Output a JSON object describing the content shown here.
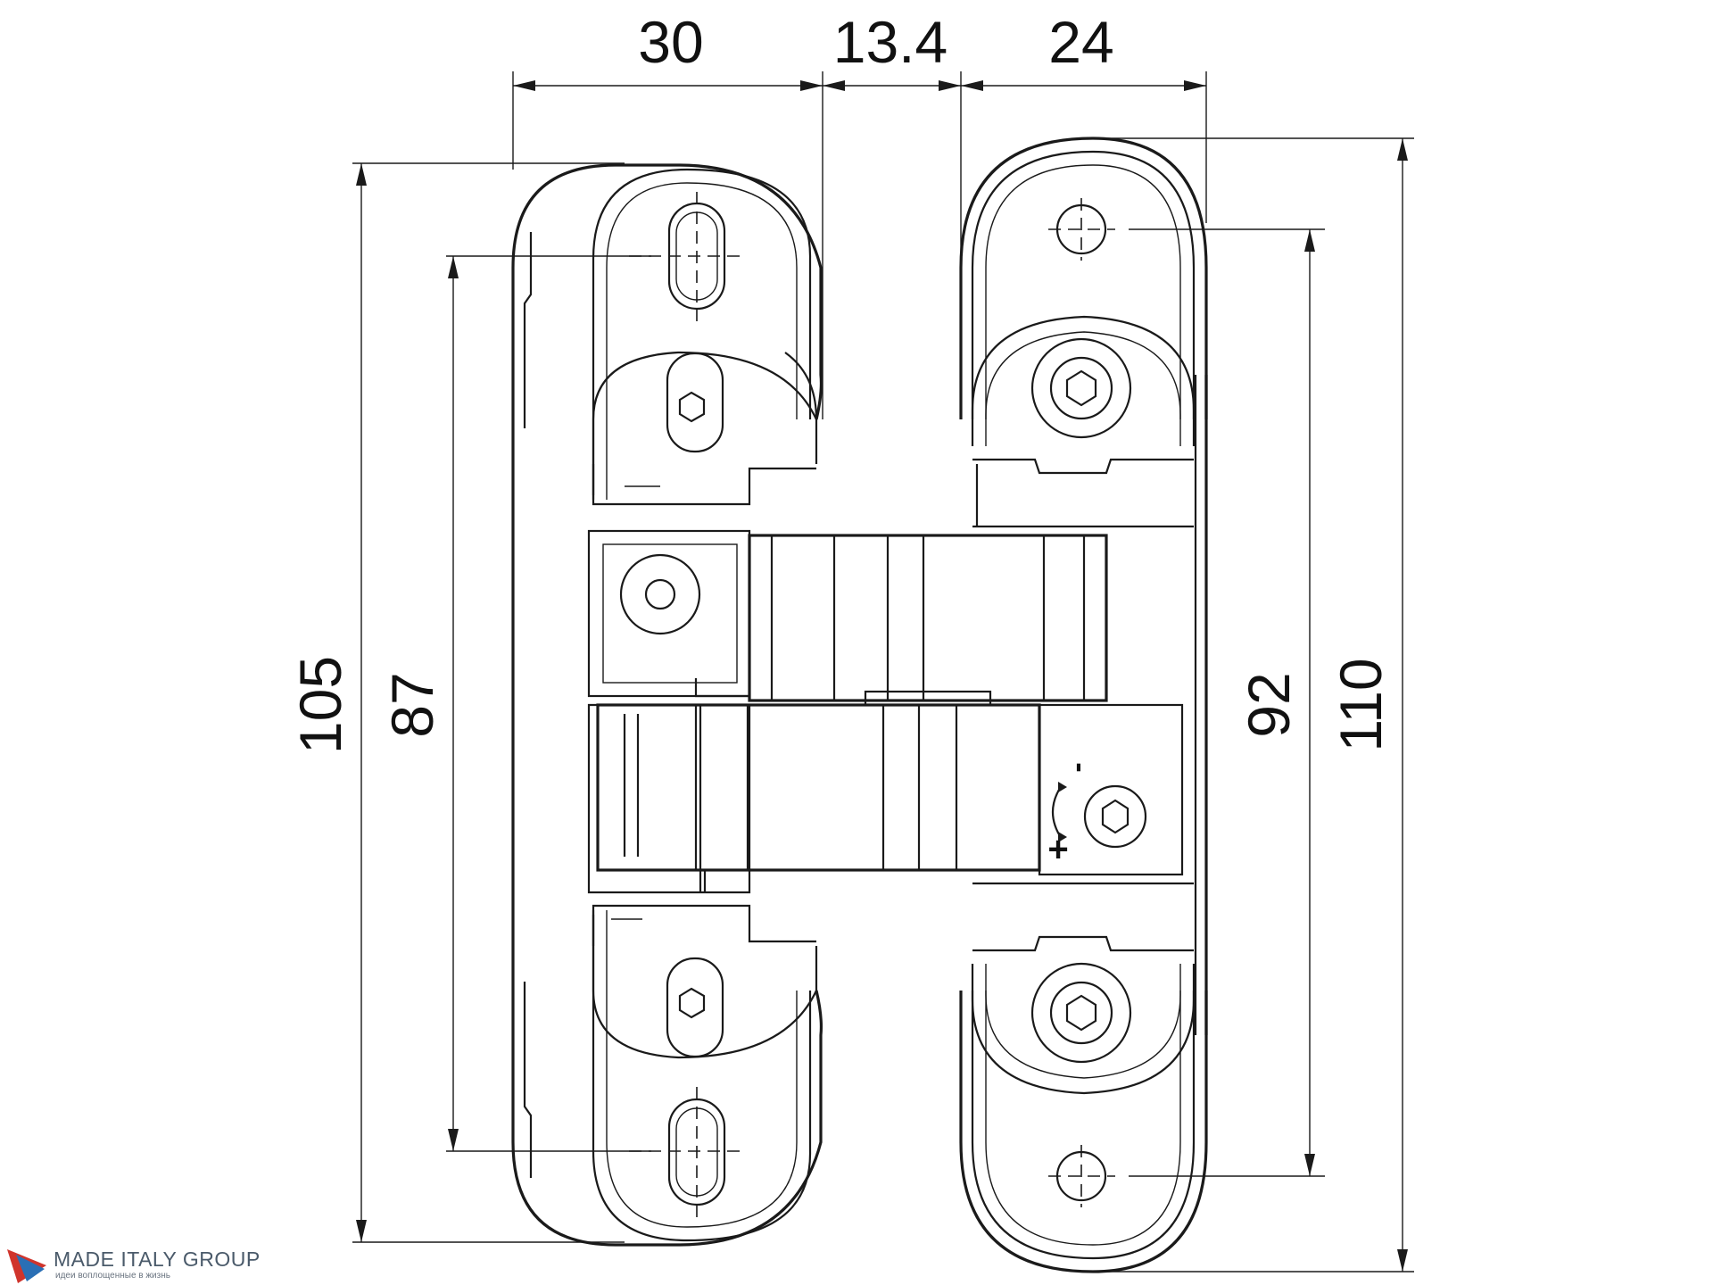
{
  "dimensions": {
    "top": {
      "left_width": "30",
      "gap": "13.4",
      "right_width": "24"
    },
    "left": {
      "outer": "105",
      "inner": "87"
    },
    "right": {
      "inner": "92",
      "outer": "110"
    }
  },
  "adjust_marks": {
    "minus": "-",
    "plus": "+"
  },
  "logo": {
    "name": "MADE ITALY GROUP",
    "tagline": "идеи воплощенные в жизнь"
  },
  "colors": {
    "line": "#1a1a1a",
    "logo_red": "#d0342c",
    "logo_blue": "#2a6fb5"
  }
}
